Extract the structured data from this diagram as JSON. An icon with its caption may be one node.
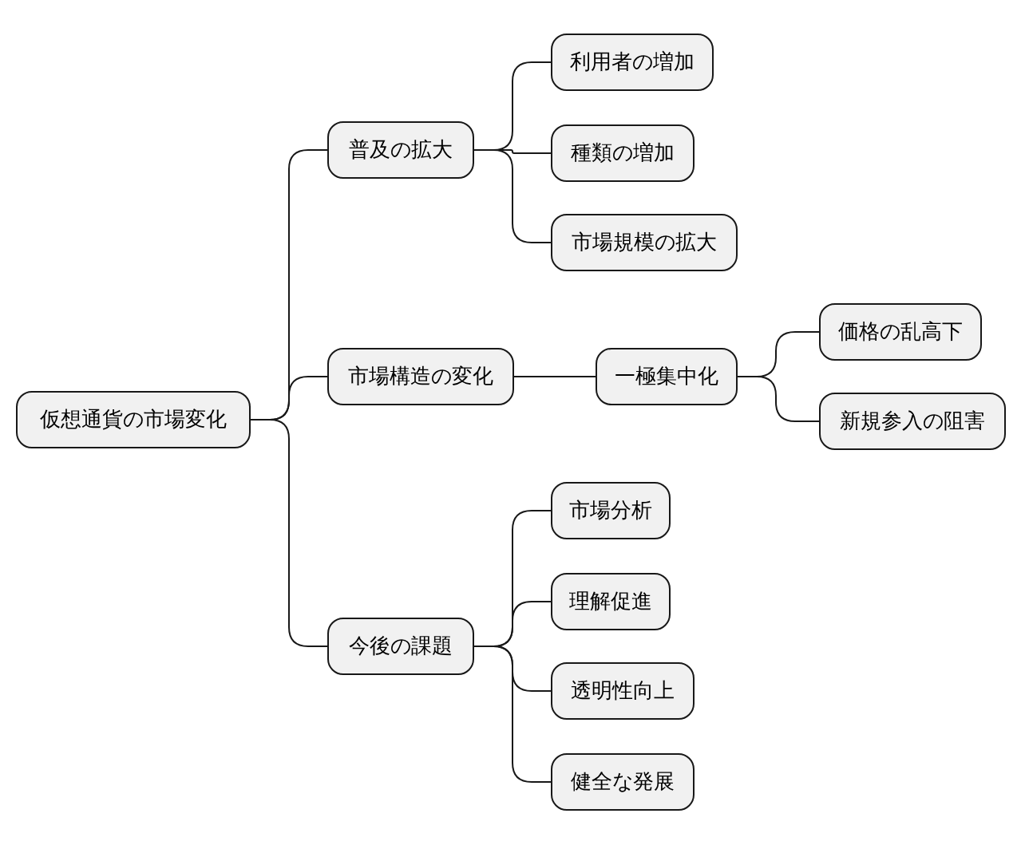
{
  "diagram": {
    "nodes": [
      {
        "text": [
          "仮想通貨の市場変化"
        ]
      },
      {
        "text": [
          "普及の拡大"
        ]
      },
      {
        "text": [
          "利用者の増加"
        ]
      },
      {
        "text": [
          "種類の増加"
        ]
      },
      {
        "text": [
          "市場規模の拡大"
        ]
      },
      {
        "text": [
          "市場構造の変化"
        ]
      },
      {
        "text": [
          "一極集中化"
        ]
      },
      {
        "text": [
          "価格の乱高下"
        ]
      },
      {
        "text": [
          "新規参入の阻害"
        ]
      },
      {
        "text": [
          "今後の課題"
        ]
      },
      {
        "text": [
          "市場分析"
        ]
      },
      {
        "text": [
          "理解促進"
        ]
      },
      {
        "text": [
          "透明性向上"
        ]
      },
      {
        "text": [
          "健全な発展"
        ]
      }
    ],
    "edges": [
      {
        "from": 0,
        "to": 1,
        "arrow": "none"
      },
      {
        "from": 1,
        "to": 2,
        "arrow": "none"
      },
      {
        "from": 1,
        "to": 3,
        "arrow": "none"
      },
      {
        "from": 1,
        "to": 4,
        "arrow": "none"
      },
      {
        "from": 0,
        "to": 5,
        "arrow": "none"
      },
      {
        "from": 5,
        "to": 6,
        "arrow": "none"
      },
      {
        "from": 6,
        "to": 7,
        "arrow": "none"
      },
      {
        "from": 6,
        "to": 8,
        "arrow": "none"
      },
      {
        "from": 0,
        "to": 9,
        "arrow": "none"
      },
      {
        "from": 9,
        "to": 10,
        "arrow": "none"
      },
      {
        "from": 9,
        "to": 11,
        "arrow": "none"
      },
      {
        "from": 9,
        "to": 12,
        "arrow": "none"
      },
      {
        "from": 9,
        "to": 13,
        "arrow": "none"
      }
    ]
  }
}
